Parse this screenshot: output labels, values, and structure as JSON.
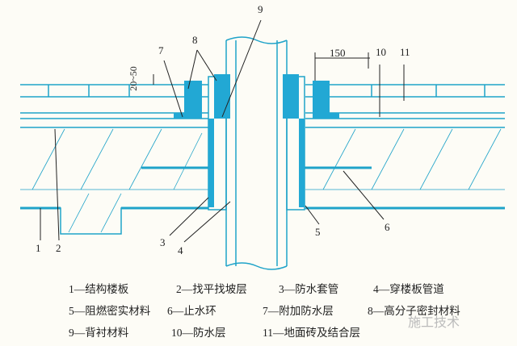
{
  "callouts": {
    "c1": "1",
    "c2": "2",
    "c3": "3",
    "c4": "4",
    "c5": "5",
    "c6": "6",
    "c7": "7",
    "c8": "8",
    "c9": "9",
    "c10": "10",
    "c11": "11"
  },
  "dimensions": {
    "gap": "20~50",
    "offset": "150"
  },
  "legend": [
    "1—结构楼板",
    "2—找平找坡层",
    "3—防水套管",
    "4—穿楼板管道",
    "5—阻燃密实材料",
    "6—止水环",
    "7—附加防水层",
    "8—高分子密封材料",
    "9—背衬材料",
    "10—防水层",
    "11—地面砖及结合层"
  ],
  "watermark": "施工技术",
  "colors": {
    "line": "#1fa3c9",
    "fill": "#22a8d4",
    "ink": "#222222"
  }
}
